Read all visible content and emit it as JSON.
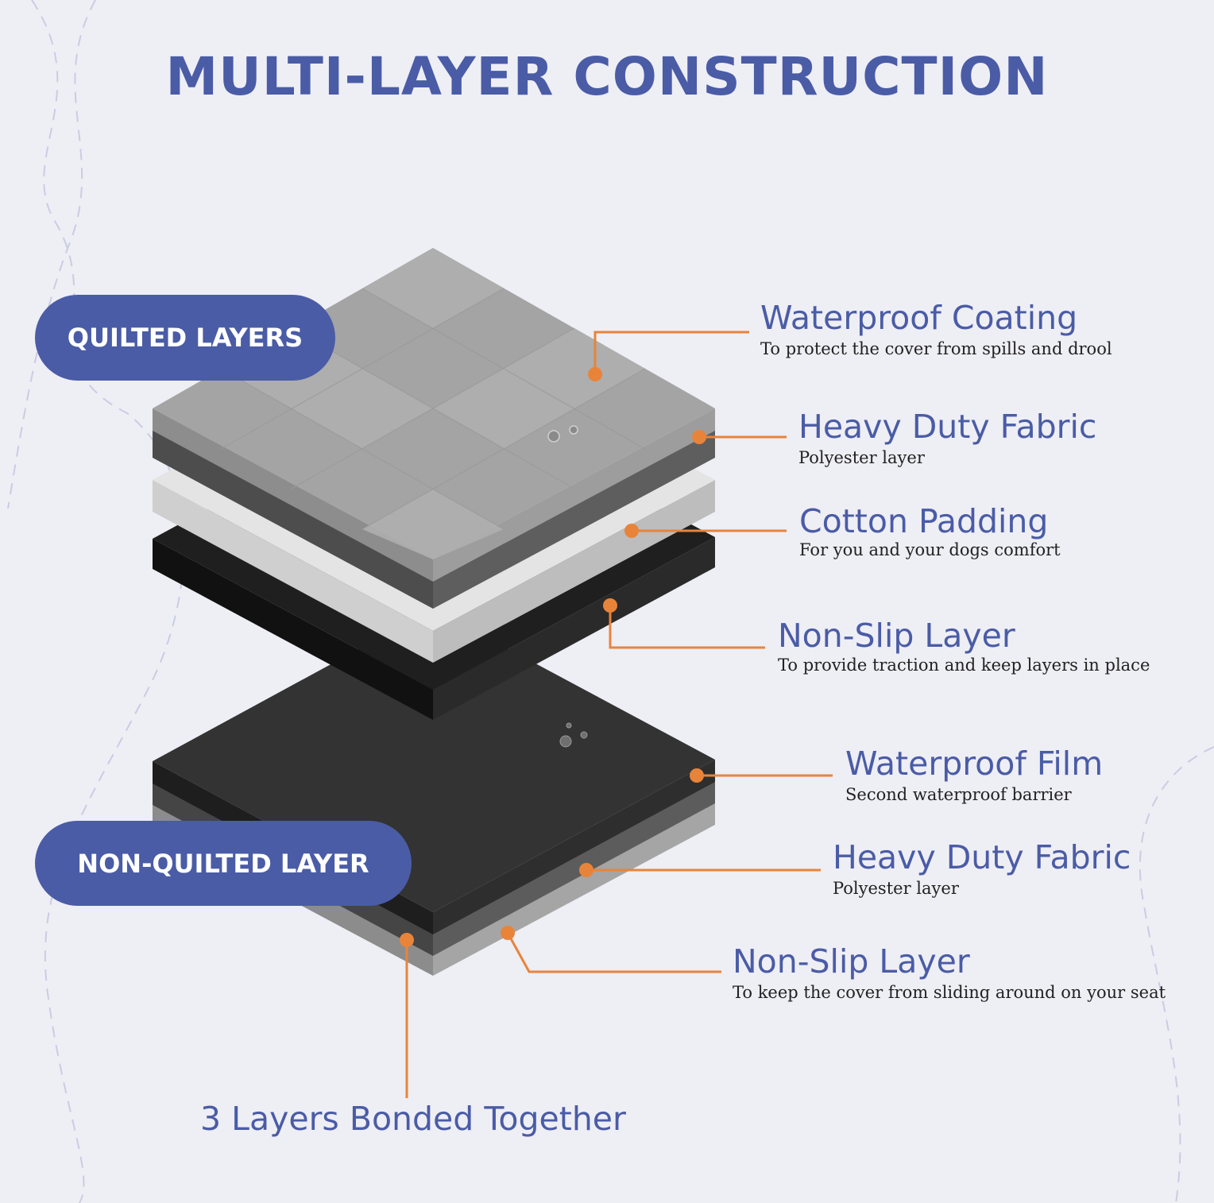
{
  "title": "MULTI-LAYER CONSTRUCTION",
  "groups": {
    "quilted": "QUILTED LAYERS",
    "non_quilted": "NON-QUILTED LAYER"
  },
  "callouts": [
    {
      "title": "Waterproof Coating",
      "subtitle": "To protect the cover from spills and drool"
    },
    {
      "title": "Heavy Duty Fabric",
      "subtitle": "Polyester layer"
    },
    {
      "title": "Cotton Padding",
      "subtitle": "For you and your dogs comfort"
    },
    {
      "title": "Non-Slip Layer",
      "subtitle": "To provide traction and keep layers in place"
    },
    {
      "title": "Waterproof Film",
      "subtitle": "Second waterproof barrier"
    },
    {
      "title": "Heavy Duty Fabric",
      "subtitle": "Polyester layer"
    },
    {
      "title": "Non-Slip Layer",
      "subtitle": "To keep the cover from sliding around on your seat"
    }
  ],
  "bottom_caption": "3 Layers Bonded Together",
  "colors": {
    "accent": "#4a5ca6",
    "leader": "#e8843a",
    "background": "#eeeef5"
  }
}
